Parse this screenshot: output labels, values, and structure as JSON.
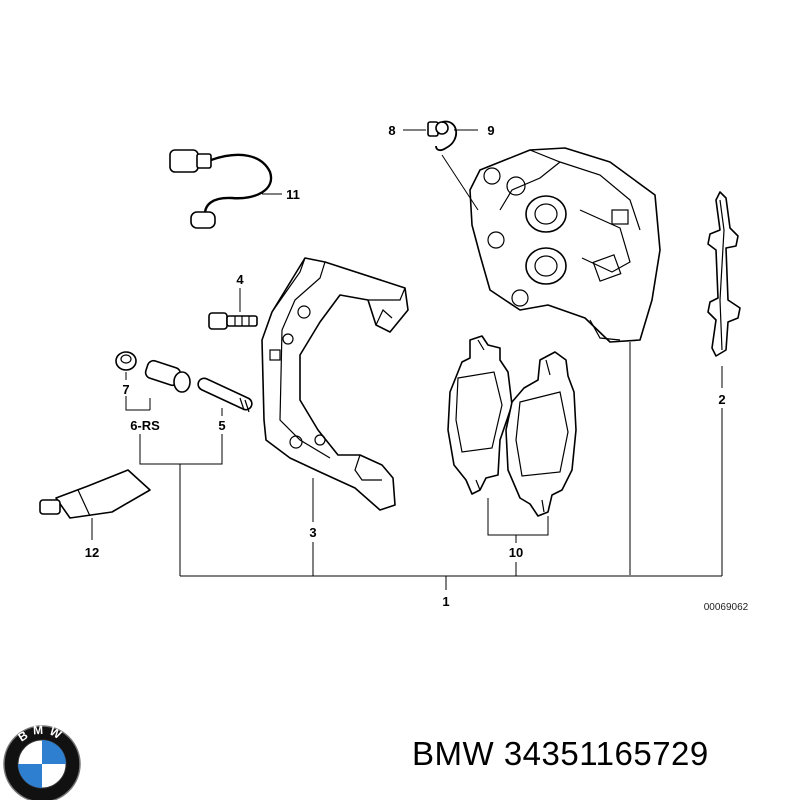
{
  "diagram": {
    "labels": {
      "p1": "1",
      "p2": "2",
      "p3": "3",
      "p4": "4",
      "p5": "5",
      "p6": "6-RS",
      "p7": "7",
      "p8": "8",
      "p9": "9",
      "p10": "10",
      "p11": "11",
      "p12": "12"
    },
    "reference_number": "00069062"
  },
  "caption": {
    "brand": "BMW",
    "part_number": "34351165729",
    "text": "BMW 34351165729"
  },
  "logo": {
    "text": "BMW",
    "colors": {
      "ring": "#111111",
      "blue": "#2f7fd0",
      "white": "#ffffff"
    }
  }
}
